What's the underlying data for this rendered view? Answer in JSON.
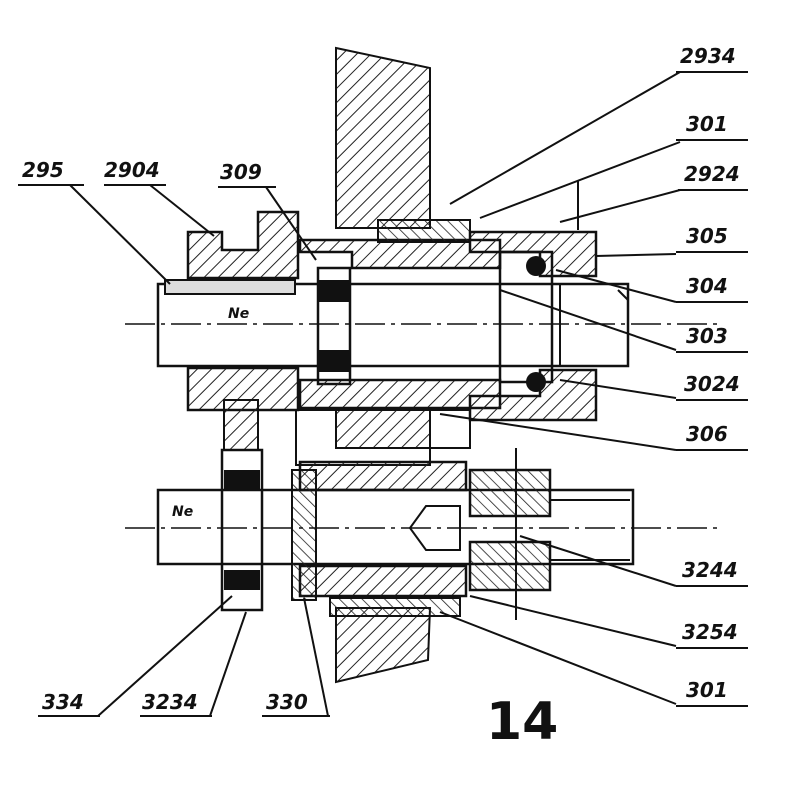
{
  "figure_number": "14",
  "shaft_label_top": "Ne",
  "shaft_label_bottom": "Ne",
  "callouts": {
    "c295": "295",
    "c2904": "2904",
    "c309": "309",
    "c2934": "2934",
    "c301_top": "301",
    "c2924": "2924",
    "c305": "305",
    "c304": "304",
    "c303": "303",
    "c3024": "3024",
    "c306": "306",
    "c3244": "3244",
    "c3254": "3254",
    "c301_bottom": "301",
    "c334": "334",
    "c3234": "3234",
    "c330": "330"
  },
  "colors": {
    "ink": "#111111",
    "paper": "#ffffff",
    "hatch": "#222222"
  }
}
